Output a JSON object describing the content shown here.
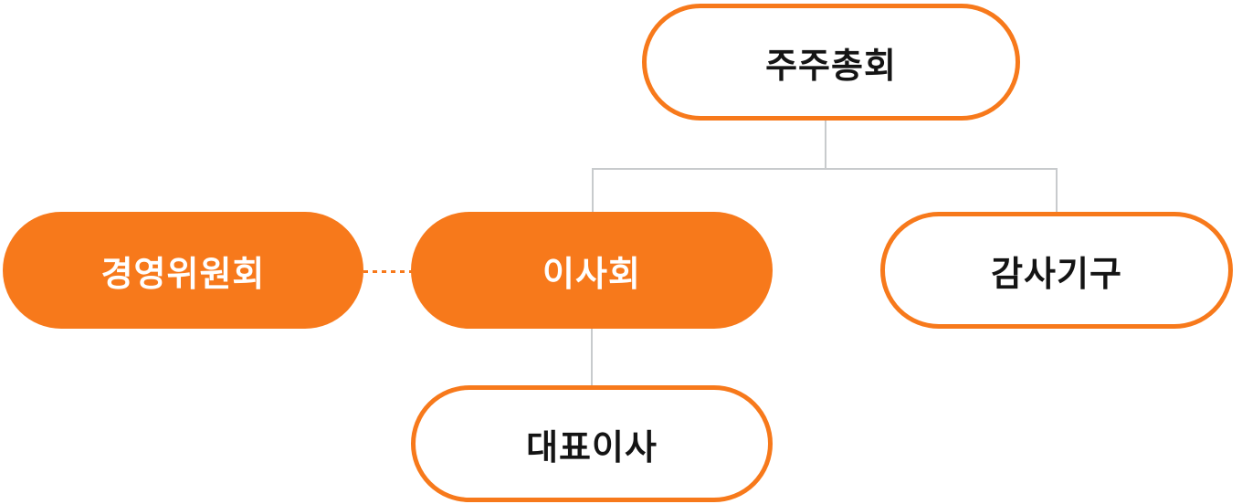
{
  "org_chart": {
    "nodes": {
      "shareholders": {
        "label": "주주총회",
        "variant": "outline"
      },
      "management_committee": {
        "label": "경영위원회",
        "variant": "filled"
      },
      "board": {
        "label": "이사회",
        "variant": "filled"
      },
      "audit": {
        "label": "감사기구",
        "variant": "outline"
      },
      "ceo": {
        "label": "대표이사",
        "variant": "outline"
      }
    },
    "edges": [
      {
        "from": "shareholders",
        "to": "board",
        "style": "solid"
      },
      {
        "from": "shareholders",
        "to": "audit",
        "style": "solid"
      },
      {
        "from": "board",
        "to": "ceo",
        "style": "solid"
      },
      {
        "from": "management_committee",
        "to": "board",
        "style": "dashed"
      }
    ],
    "colors": {
      "accent_orange": "#F7791B",
      "connector_gray": "#C8CBCD",
      "node_text_dark": "#141414",
      "node_text_light": "#FFFFFF",
      "background": "#FFFFFF"
    }
  }
}
